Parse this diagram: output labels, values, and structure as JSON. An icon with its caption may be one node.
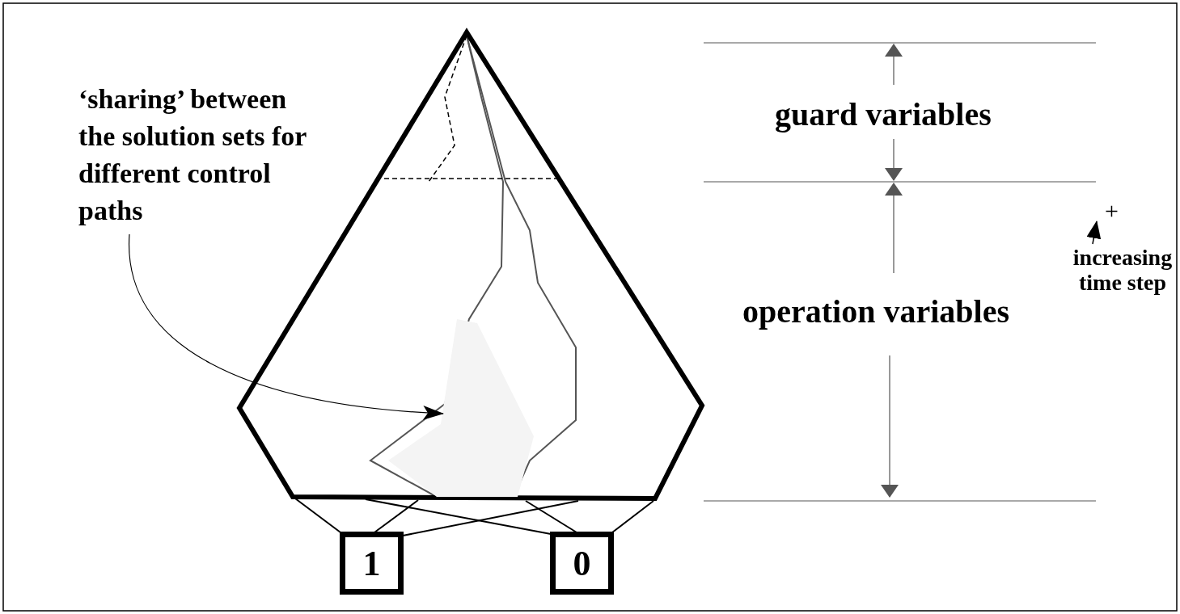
{
  "diagram": {
    "nodes": [
      {
        "text": [],
        "shape": "pentagon"
      },
      {
        "text": [
          "1"
        ]
      },
      {
        "text": [
          "0"
        ]
      },
      {
        "text": [
          "‘sharing’ between the solution sets for different control paths"
        ]
      },
      {
        "text": [],
        "shape": "polygon",
        "in": 0
      }
    ],
    "edges": [
      {
        "from": 0,
        "to": 1,
        "arrow": "none"
      },
      {
        "from": 0,
        "to": 1,
        "arrow": "none"
      },
      {
        "from": 0,
        "to": 1,
        "arrow": "none"
      },
      {
        "from": 0,
        "to": 2,
        "arrow": "none"
      },
      {
        "from": 0,
        "to": 2,
        "arrow": "none"
      },
      {
        "from": 0,
        "to": 2,
        "arrow": "none"
      },
      {
        "from": 3,
        "to": 4,
        "arrow": "to"
      }
    ],
    "labels": [
      "guard variables",
      "+",
      "increasing time step",
      "operation variables"
    ]
  }
}
